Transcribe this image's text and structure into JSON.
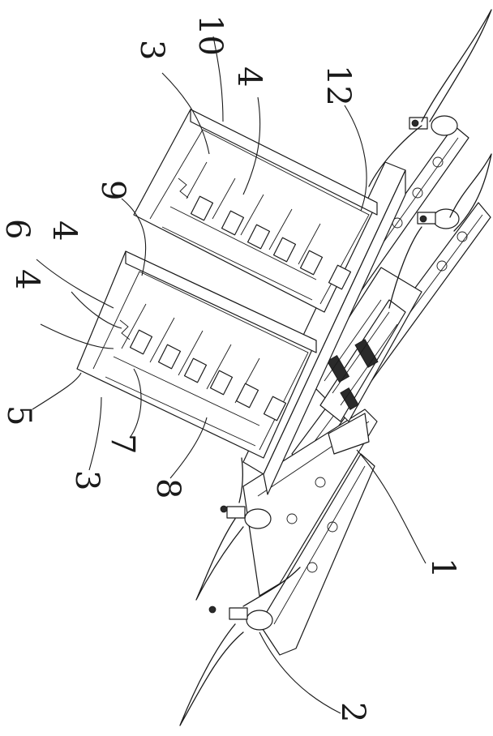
{
  "figure": {
    "callouts": [
      {
        "id": "c10",
        "label": "10"
      },
      {
        "id": "c3a",
        "label": "3"
      },
      {
        "id": "c4a",
        "label": "4"
      },
      {
        "id": "c12",
        "label": "12"
      },
      {
        "id": "c9",
        "label": "9"
      },
      {
        "id": "c6",
        "label": "6"
      },
      {
        "id": "c4b",
        "label": "4"
      },
      {
        "id": "c4c",
        "label": "4"
      },
      {
        "id": "c5",
        "label": "5"
      },
      {
        "id": "c7",
        "label": "7"
      },
      {
        "id": "c3b",
        "label": "3"
      },
      {
        "id": "c8",
        "label": "8"
      },
      {
        "id": "c1",
        "label": "1"
      },
      {
        "id": "c2",
        "label": "2"
      }
    ]
  }
}
